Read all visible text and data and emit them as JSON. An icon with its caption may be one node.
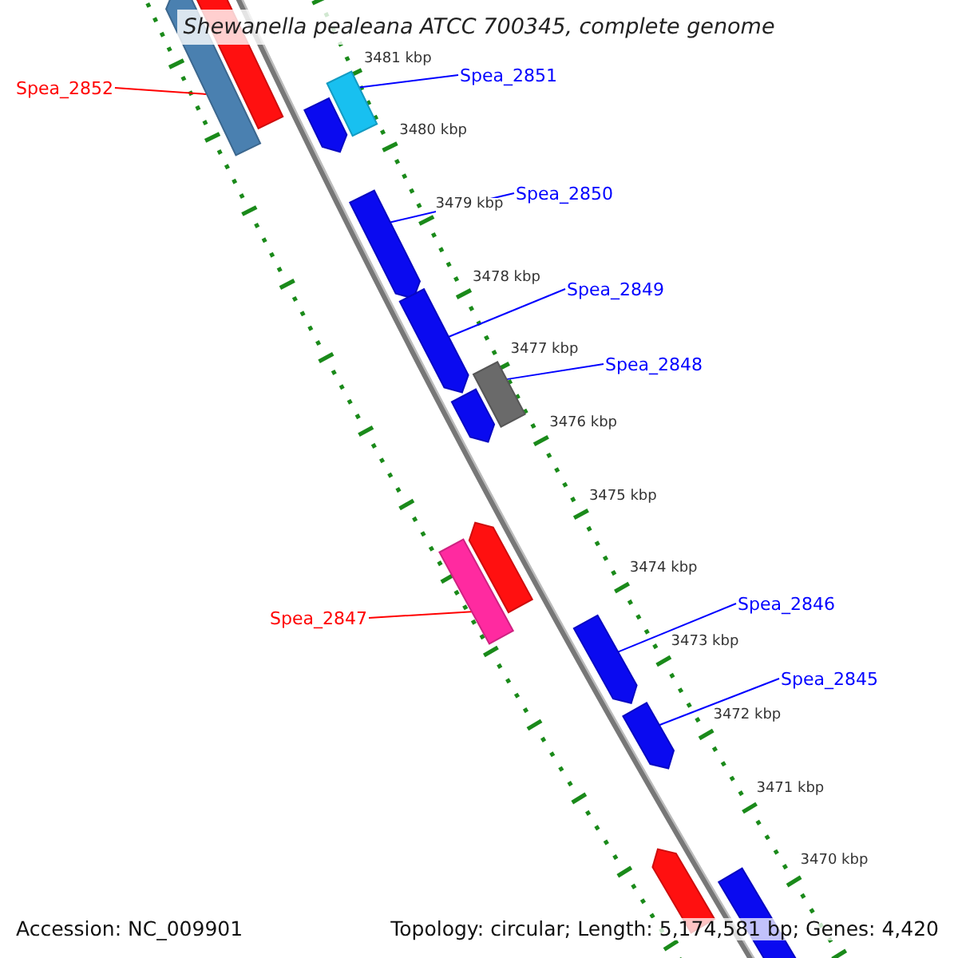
{
  "diagram": {
    "title": "Shewanella pealeana ATCC 700345, complete genome",
    "nodes": [
      {
        "text": [
          "Spea_2852"
        ]
      },
      {
        "text": [
          "Spea_2851"
        ]
      },
      {
        "text": [
          "Spea_2850"
        ]
      },
      {
        "text": [
          "Spea_2849"
        ]
      },
      {
        "text": [
          "Spea_2848"
        ]
      },
      {
        "text": [
          "Spea_2847"
        ]
      },
      {
        "text": [
          "Spea_2846"
        ]
      },
      {
        "text": [
          "Spea_2845"
        ]
      },
      {
        "text": [],
        "shape": "bar"
      },
      {
        "text": [],
        "shape": "bar"
      },
      {
        "text": [],
        "shape": "bar"
      },
      {
        "text": [],
        "shape": "bar"
      },
      {
        "text": [],
        "shape": "bar"
      },
      {
        "text": [],
        "shape": "bar"
      },
      {
        "text": [],
        "shape": "bar"
      },
      {
        "text": [],
        "shape": "bar"
      },
      {
        "text": [],
        "shape": "bar"
      },
      {
        "text": [],
        "shape": "bar"
      },
      {
        "text": [],
        "shape": "bar"
      },
      {
        "text": [],
        "shape": "bar"
      },
      {
        "text": [],
        "shape": "bar"
      },
      {
        "text": [],
        "shape": "bar"
      }
    ],
    "edges": [
      {
        "from": 0,
        "to": 8,
        "arrow": "none",
        "color": "#ff0000"
      },
      {
        "from": 1,
        "to": 10,
        "arrow": "none"
      },
      {
        "from": 2,
        "to": 12,
        "arrow": "none"
      },
      {
        "from": 3,
        "to": 13,
        "arrow": "none"
      },
      {
        "from": 4,
        "to": 14,
        "arrow": "none"
      },
      {
        "from": 5,
        "to": 17,
        "arrow": "none",
        "color": "#ff0000"
      },
      {
        "from": 6,
        "to": 18,
        "arrow": "none"
      },
      {
        "from": 7,
        "to": 19,
        "arrow": "none"
      }
    ],
    "labels": [
      "3481 kbp",
      "3480 kbp",
      "3479 kbp",
      "3478 kbp",
      "3477 kbp",
      "3476 kbp",
      "3475 kbp",
      "3474 kbp",
      "3473 kbp",
      "3472 kbp",
      "3471 kbp",
      "3470 kbp",
      "Accession: NC_009901",
      "Topology: circular; Length: 5,174,581 bp; Genes: 4,420"
    ]
  }
}
